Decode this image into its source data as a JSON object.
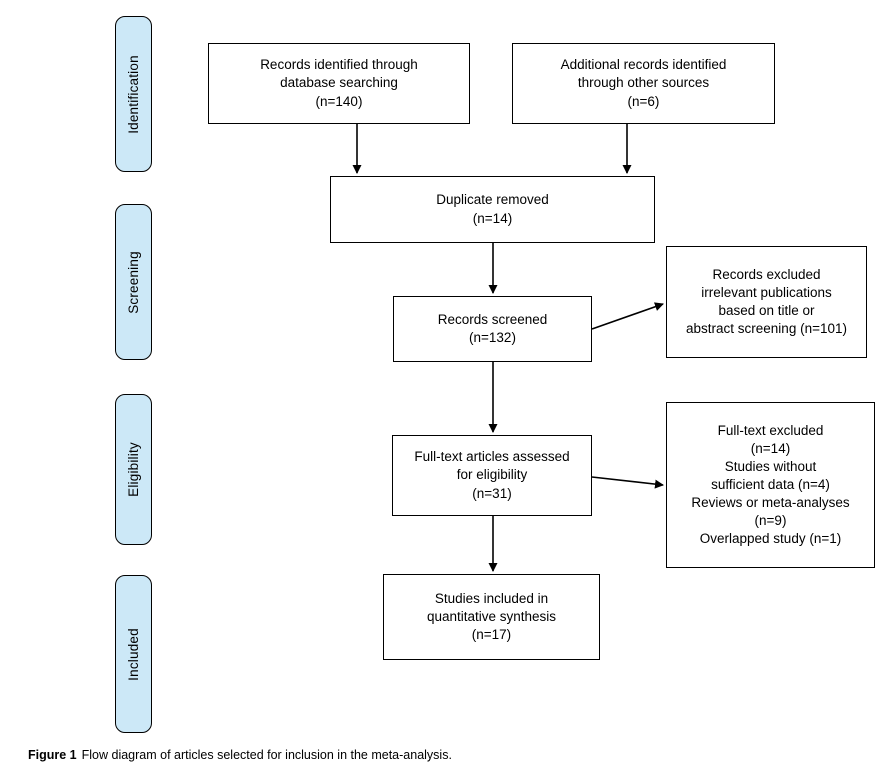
{
  "page": {
    "caption_label": "Figure 1",
    "caption_text": "Flow diagram of articles selected for inclusion in the meta-analysis."
  },
  "colors": {
    "page_bg": "#ffffff",
    "stage_fill": "#cce8f7",
    "stage_border": "#000000",
    "box_fill": "#ffffff",
    "box_border": "#000000",
    "arrow": "#000000",
    "text": "#000000"
  },
  "stages": [
    {
      "label": "Identification"
    },
    {
      "label": "Screening"
    },
    {
      "label": "Eligibility"
    },
    {
      "label": "Included"
    }
  ],
  "boxes": {
    "records_identified": {
      "lines": [
        "Records identified through",
        "database searching",
        "(n=140)"
      ]
    },
    "additional_records": {
      "lines": [
        "Additional records identified",
        "through other sources",
        "(n=6)"
      ]
    },
    "duplicate_removed": {
      "lines": [
        "Duplicate removed",
        "(n=14)"
      ]
    },
    "records_screened": {
      "lines": [
        "Records screened",
        "(n=132)"
      ]
    },
    "records_excluded": {
      "lines": [
        "Records excluded",
        "irrelevant publications",
        "based on title or",
        "abstract screening (n=101)"
      ]
    },
    "fulltext_assessed": {
      "lines": [
        "Full-text articles assessed",
        "for eligibility",
        "(n=31)"
      ]
    },
    "fulltext_excluded": {
      "lines": [
        "Full-text excluded",
        "(n=14)",
        "Studies without",
        "sufficient data (n=4)",
        "Reviews or meta-analyses",
        "(n=9)",
        "Overlapped study (n=1)"
      ]
    },
    "studies_included": {
      "lines": [
        "Studies included in",
        "quantitative synthesis",
        "(n=17)"
      ]
    }
  }
}
